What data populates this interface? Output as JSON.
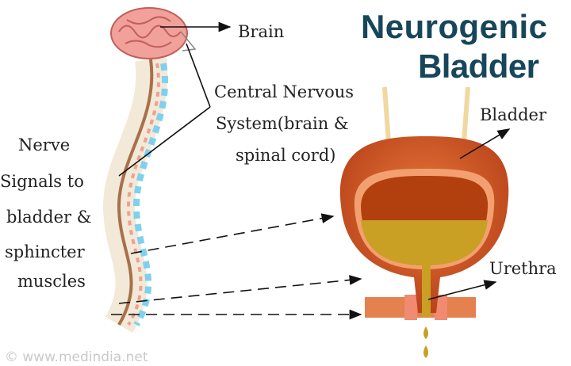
{
  "title": {
    "line1": "Neurogenic",
    "line2": "Bladder"
  },
  "labels": {
    "brain": "Brain",
    "cns": [
      "Central Nervous",
      "System(brain &",
      "spinal cord)"
    ],
    "nerve": [
      "Nerve",
      "Signals to",
      "bladder &",
      "sphincter",
      "muscles"
    ],
    "bladder": "Bladder",
    "urethra": "Urethra"
  },
  "watermark": "© www.medindia.net",
  "colors": {
    "title": "#17465a",
    "bladder": "#d2581f",
    "urine": "#c9a024",
    "spine": "#7fd0ef",
    "brain": "#f2a09a"
  }
}
